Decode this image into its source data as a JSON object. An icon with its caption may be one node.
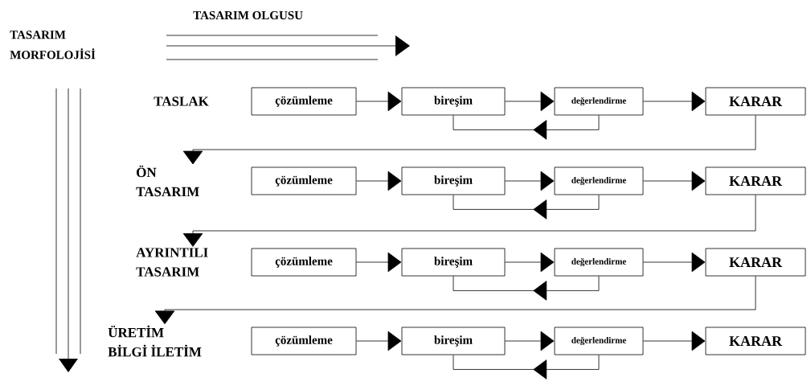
{
  "diagram": {
    "nodes": [
      {
        "text": [
          "TASLAK"
        ]
      },
      {
        "text": [
          "çözümleme"
        ]
      },
      {
        "text": [
          "bireşim"
        ]
      },
      {
        "text": [
          "değerlendirme"
        ]
      },
      {
        "text": [
          "KARAR"
        ]
      },
      {
        "text": [
          "ÖN TASARIM"
        ]
      },
      {
        "text": [
          "çözümleme"
        ]
      },
      {
        "text": [
          "bireşim"
        ]
      },
      {
        "text": [
          "değerlendirme"
        ]
      },
      {
        "text": [
          "KARAR"
        ]
      },
      {
        "text": [
          "AYRINTILI TASARIM"
        ]
      },
      {
        "text": [
          "çözümleme"
        ]
      },
      {
        "text": [
          "bireşim"
        ]
      },
      {
        "text": [
          "değerlendirme"
        ]
      },
      {
        "text": [
          "KARAR"
        ]
      },
      {
        "text": [
          "ÜRETİM BİLGİ İLETİM"
        ]
      },
      {
        "text": [
          "çözümleme"
        ]
      },
      {
        "text": [
          "bireşim"
        ]
      },
      {
        "text": [
          "değerlendirme"
        ]
      },
      {
        "text": [
          "KARAR"
        ]
      }
    ],
    "edges": [
      {
        "from": 1,
        "to": 2,
        "arrow": "to"
      },
      {
        "from": 2,
        "to": 3,
        "arrow": "to"
      },
      {
        "from": 3,
        "to": 2,
        "arrow": "to"
      },
      {
        "from": 3,
        "to": 4,
        "arrow": "to"
      },
      {
        "from": 4,
        "to": 5,
        "arrow": "to"
      },
      {
        "from": 6,
        "to": 7,
        "arrow": "to"
      },
      {
        "from": 7,
        "to": 8,
        "arrow": "to"
      },
      {
        "from": 8,
        "to": 7,
        "arrow": "to"
      },
      {
        "from": 8,
        "to": 9,
        "arrow": "to"
      },
      {
        "from": 9,
        "to": 10,
        "arrow": "to"
      },
      {
        "from": 11,
        "to": 12,
        "arrow": "to"
      },
      {
        "from": 12,
        "to": 13,
        "arrow": "to"
      },
      {
        "from": 13,
        "to": 12,
        "arrow": "to"
      },
      {
        "from": 13,
        "to": 14,
        "arrow": "to"
      },
      {
        "from": 14,
        "to": 15,
        "arrow": "to"
      },
      {
        "from": 16,
        "to": 17,
        "arrow": "to"
      },
      {
        "from": 17,
        "to": 18,
        "arrow": "to"
      },
      {
        "from": 18,
        "to": 17,
        "arrow": "to"
      },
      {
        "from": 18,
        "to": 19,
        "arrow": "to"
      }
    ],
    "labels": [
      "TASARIM OLGUSU",
      "TASARIM MORFOLOJİSİ"
    ]
  }
}
